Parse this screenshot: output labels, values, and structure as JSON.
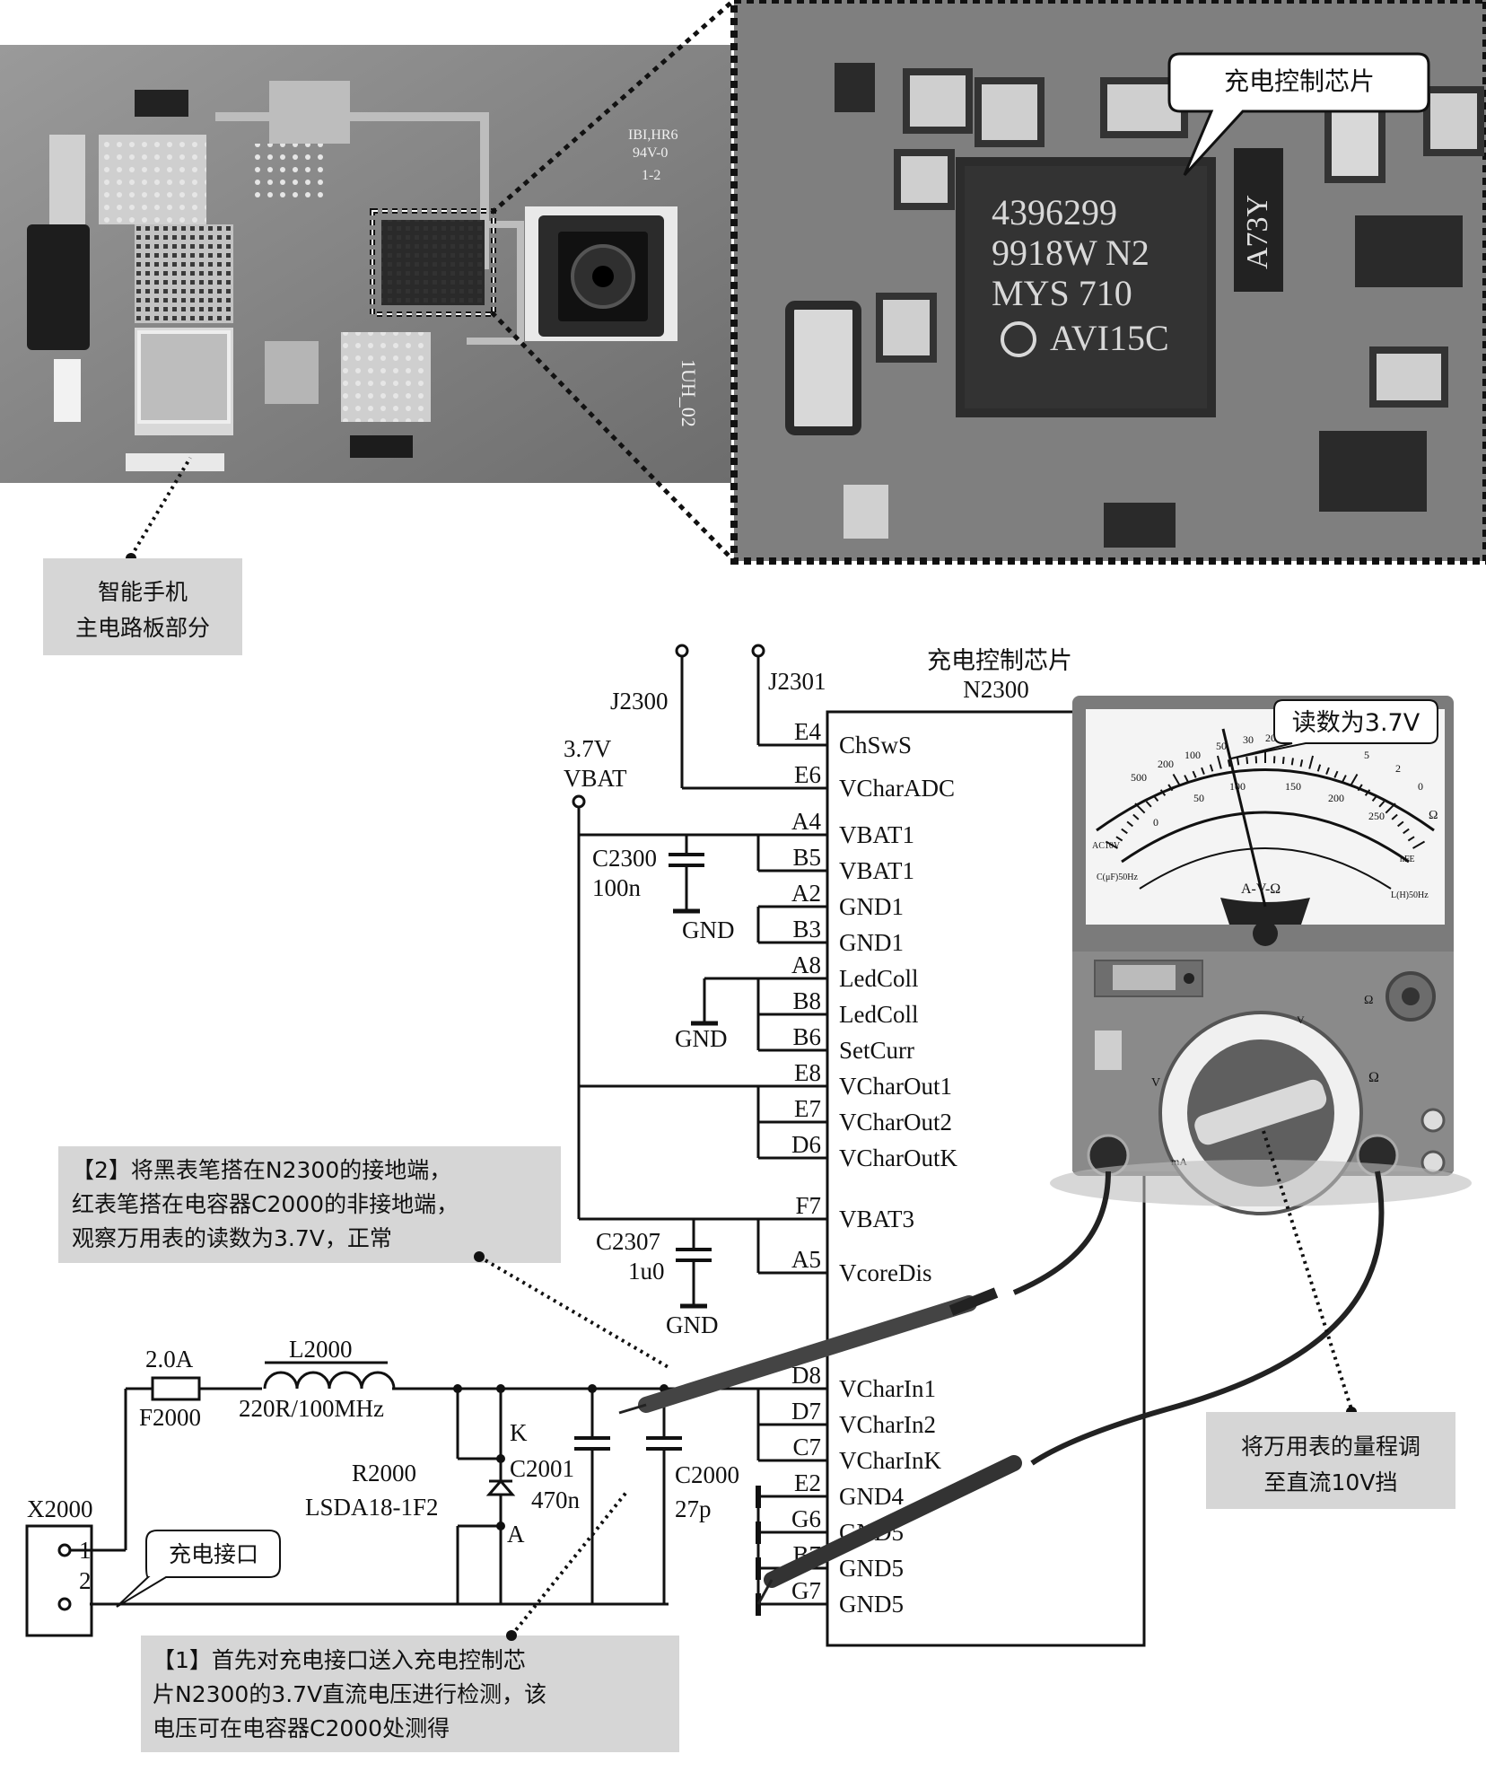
{
  "photo": {
    "board_markings": [
      "IBI,HR6",
      "94V-0",
      "1-2",
      "1UH_02"
    ],
    "zoom_chip_text": [
      "4396299",
      "9918W N2",
      "MYS 710",
      "AVI15C"
    ],
    "zoom_small_chip": "A73Y",
    "zoom_label": "充电控制芯片"
  },
  "labels": {
    "board_caption_line1": "智能手机",
    "board_caption_line2": "主电路板部分",
    "chip_title": "充电控制芯片",
    "chip_ref": "N2300",
    "reading_bubble": "读数为3.7V",
    "charge_port": "充电接口",
    "range_caption_line1": "将万用表的量程调",
    "range_caption_line2": "至直流10V挡"
  },
  "steps": {
    "step2_line1": "【2】将黑表笔搭在N2300的接地端，",
    "step2_line2": "红表笔搭在电容器C2000的非接地端，",
    "step2_line3": "观察万用表的读数为3.7V，正常",
    "step1_line1": "【1】首先对充电接口送入充电控制芯",
    "step1_line2": "片N2300的3.7V直流电压进行检测，该",
    "step1_line3": "电压可在电容器C2000处测得"
  },
  "schematic": {
    "net_vbat_v": "3.7V",
    "net_vbat": "VBAT",
    "j2300": "J2300",
    "j2301": "J2301",
    "c2300": "C2300",
    "c2300_val": "100n",
    "c2307": "C2307",
    "c2307_val": "1u0",
    "gnd": "GND",
    "fuse_val": "2.0A",
    "fuse_ref": "F2000",
    "inductor_ref": "L2000",
    "inductor_val": "220R/100MHz",
    "diode_ref": "R2000",
    "diode_part": "LSDA18-1F2",
    "diode_k": "K",
    "diode_a": "A",
    "c2001": "C2001",
    "c2001_val": "470n",
    "c2000": "C2000",
    "c2000_val": "27p",
    "connector": "X2000",
    "conn_pin1": "1",
    "conn_pin2": "2",
    "pins": [
      {
        "num": "E4",
        "name": "ChSwS"
      },
      {
        "num": "E6",
        "name": "VCharADC"
      },
      {
        "num": "A4",
        "name": "VBAT1"
      },
      {
        "num": "B5",
        "name": "VBAT1"
      },
      {
        "num": "A2",
        "name": "GND1"
      },
      {
        "num": "B3",
        "name": "GND1"
      },
      {
        "num": "A8",
        "name": "LedColl"
      },
      {
        "num": "B8",
        "name": "LedColl"
      },
      {
        "num": "B6",
        "name": "SetCurr"
      },
      {
        "num": "E8",
        "name": "VCharOut1"
      },
      {
        "num": "E7",
        "name": "VCharOut2"
      },
      {
        "num": "D6",
        "name": "VCharOutK"
      },
      {
        "num": "F7",
        "name": "VBAT3"
      },
      {
        "num": "A5",
        "name": "VcoreDis"
      },
      {
        "num": "D8",
        "name": "VCharIn1"
      },
      {
        "num": "D7",
        "name": "VCharIn2"
      },
      {
        "num": "C7",
        "name": "VCharInK"
      },
      {
        "num": "E2",
        "name": "GND4"
      },
      {
        "num": "G6",
        "name": "GND5"
      },
      {
        "num": "B7",
        "name": "GND5"
      },
      {
        "num": "G7",
        "name": "GND5"
      }
    ]
  },
  "meter": {
    "scale_ac": "AC10V",
    "scale_c": "C(μF)50Hz",
    "scale_l": "L(H)50Hz",
    "scale_hfe": "hFE",
    "scale_unit": "A-V-Ω",
    "scale_top_nums": [
      "500",
      "200",
      "100",
      "50",
      "30",
      "20",
      "10",
      "5",
      "2",
      "0"
    ],
    "scale_mid_nums": [
      "0",
      "50",
      "100",
      "150",
      "200",
      "250"
    ],
    "ohm_symbol": "Ω",
    "dial_v": "V",
    "dial_ohm": "Ω",
    "dial_ma": "mA",
    "dial_v_left": "V"
  }
}
